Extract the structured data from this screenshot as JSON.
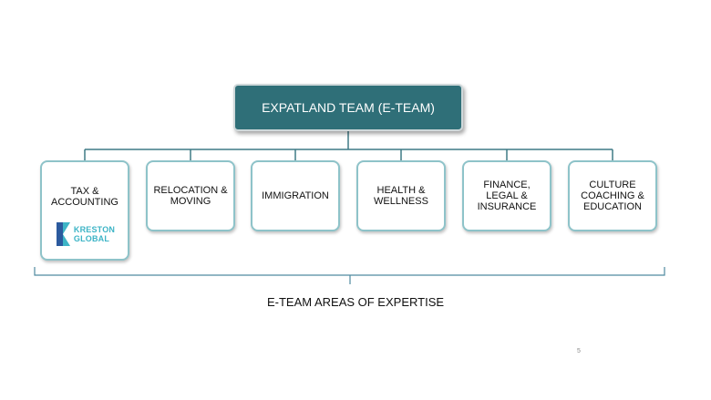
{
  "team": {
    "title": "EXPATLAND TEAM (E-TEAM)"
  },
  "areas": [
    {
      "label": "TAX &\nACCOUNTING"
    },
    {
      "label": "RELOCATION &\nMOVING"
    },
    {
      "label": "IMMIGRATION"
    },
    {
      "label": "HEALTH &\nWELLNESS"
    },
    {
      "label": "FINANCE,\nLEGAL &\nINSURANCE"
    },
    {
      "label": "CULTURE\nCOACHING &\nEDUCATION"
    }
  ],
  "partner_logo": {
    "line1": "KRESTON",
    "line2": "GLOBAL",
    "icon": "kreston-chevron-icon",
    "color": "#3db4c6"
  },
  "footer": {
    "caption": "E-TEAM AREAS OF EXPERTISE",
    "page_number": "5"
  },
  "colors": {
    "header_fill": "#2f6f78",
    "connector": "#3f7a85",
    "child_border": "#8ec3c9"
  }
}
